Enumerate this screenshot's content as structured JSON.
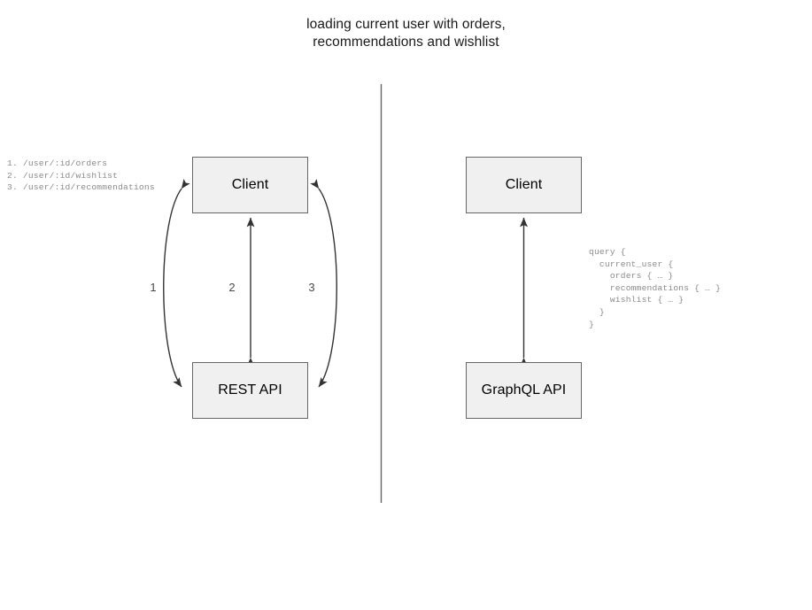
{
  "title": {
    "text": "loading current user with orders,\nrecommendations and wishlist"
  },
  "divider": {
    "name": "vertical-divider",
    "color": "#666666"
  },
  "left_panel": {
    "name": "rest-approach",
    "nodes": {
      "client": "Client",
      "api": "REST API"
    },
    "endpoints_annotation": "1. /user/:id/orders\n2. /user/:id/wishlist\n3. /user/:id/recommendations",
    "edge_labels": [
      "1",
      "2",
      "3"
    ],
    "edges": [
      {
        "name": "edge-client-restapi-1",
        "label": "1",
        "shape": "curved-left",
        "direction": "bidirectional"
      },
      {
        "name": "edge-client-restapi-2",
        "label": "2",
        "shape": "straight",
        "direction": "bidirectional"
      },
      {
        "name": "edge-client-restapi-3",
        "label": "3",
        "shape": "curved-right",
        "direction": "bidirectional"
      }
    ]
  },
  "right_panel": {
    "name": "graphql-approach",
    "nodes": {
      "client": "Client",
      "api": "GraphQL API"
    },
    "query_annotation": "query {\n  current_user {\n    orders { … }\n    recommendations { … }\n    wishlist { … }\n  }\n}",
    "edges": [
      {
        "name": "edge-client-graphqlapi",
        "shape": "straight",
        "direction": "bidirectional"
      }
    ]
  },
  "colors": {
    "box_fill": "#f0f0f0",
    "box_stroke": "#666666",
    "edge_stroke": "#333333",
    "annotation_text": "#8a8a8a",
    "label_text": "#4a4a4a",
    "title_text": "#1a1a1a",
    "background": "#ffffff"
  }
}
